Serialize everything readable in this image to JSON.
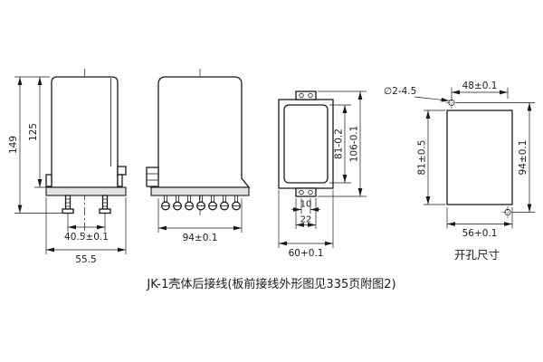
{
  "drawing": {
    "background": "#ffffff",
    "line_color": "#1a1a1a",
    "caption": "JK-1壳体后接线(板前接线外形图见335页附图2)",
    "side_view": {
      "overall_height": "149",
      "case_height": "125",
      "stud_spacing": "40.5±0.1",
      "base_depth": "55.5"
    },
    "front_view": {
      "case_width": "94±0.1"
    },
    "rear_view": {
      "window_height": "81-0.2",
      "overall_height": "106-0.1",
      "tab_hole_spacing": "10",
      "tab_width": "22",
      "case_width": "60+0.1"
    },
    "drill_view": {
      "title": "开孔尺寸",
      "holes_note": "∅2-4.5",
      "hole_spacing_h": "48±0.1",
      "cutout_height": "81±0.5",
      "hole_spacing_v": "94±0.1",
      "cutout_width": "56+0.1"
    }
  }
}
